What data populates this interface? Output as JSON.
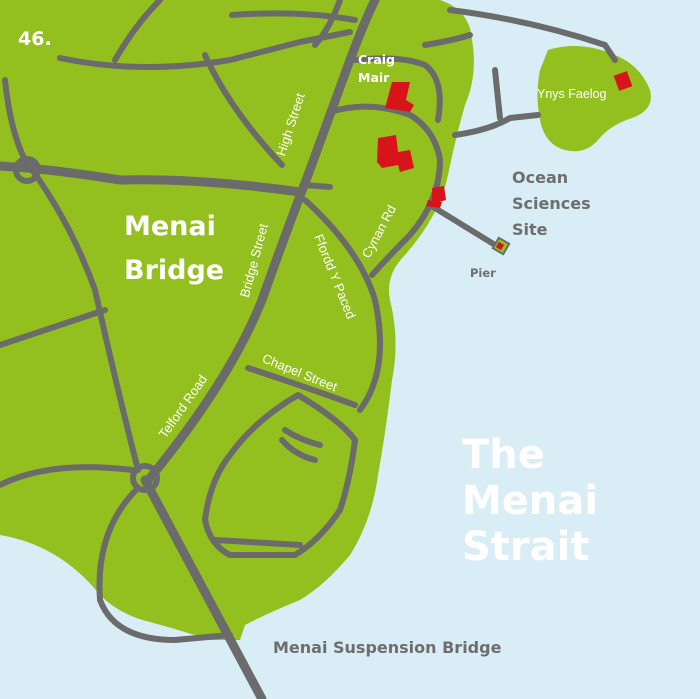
{
  "page_number": "46.",
  "colors": {
    "sea": "#d8edf6",
    "land": "#93c01f",
    "road": "#6b6b6b",
    "building": "#d7141a",
    "label_white": "#ffffff",
    "label_gray": "#6e6e6e"
  },
  "labels": {
    "town_line1": "Menai",
    "town_line2": "Bridge",
    "craig_line1": "Craig",
    "craig_line2": "Mair",
    "ynys_faelog": "Ynys Faelog",
    "ocean_line1": "Ocean",
    "ocean_line2": "Sciences",
    "ocean_line3": "Site",
    "pier": "Pier",
    "strait_line1": "The",
    "strait_line2": "Menai",
    "strait_line3": "Strait",
    "suspension_bridge": "Menai Suspension Bridge"
  },
  "roads": {
    "high_street": "High Street",
    "bridge_street": "Bridge Street",
    "ffordd_y_paced": "Ffordd Y Paced",
    "cynan_rd": "Cynan Rd",
    "chapel_street": "Chapel Street",
    "telford_road": "Telford Road"
  },
  "legend_icons": {
    "building": "university-building-icon"
  }
}
